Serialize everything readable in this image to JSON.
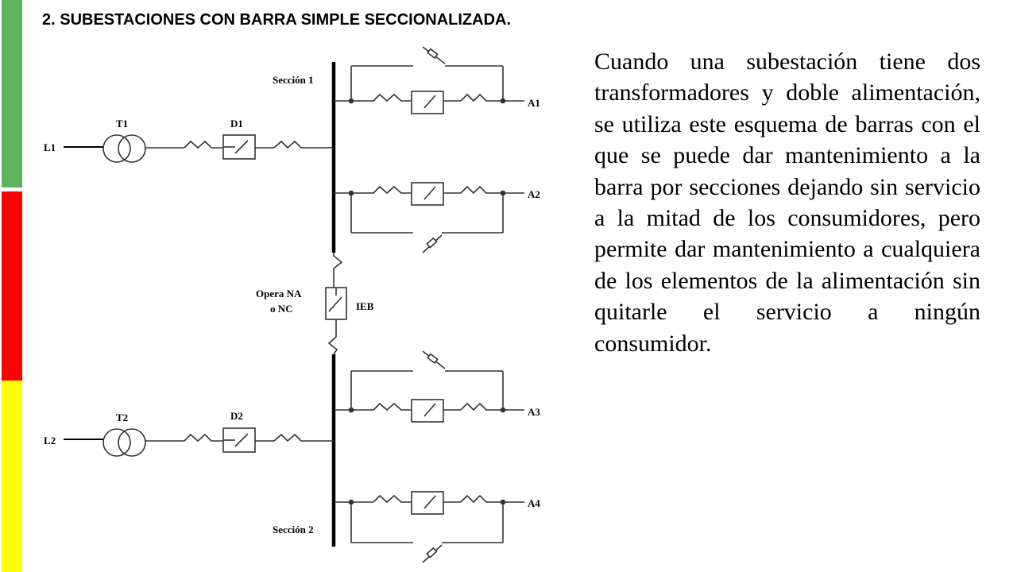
{
  "title": "2. SUBESTACIONES CON BARRA SIMPLE SECCIONALIZADA.",
  "description": "Cuando una subestación tiene dos transformadores y doble alimentación, se utiliza este esquema de barras con el que se puede dar mantenimiento a la barra por secciones dejando sin servicio a la mitad de los consumidores, pero permite dar mantenimiento a cualquiera de los elementos de la alimentación sin quitarle el servicio a ningún consumidor.",
  "diagram": {
    "section1_label": "Sección 1",
    "section2_label": "Sección 2",
    "line1_label": "L1",
    "line2_label": "L2",
    "transformer1_label": "T1",
    "transformer2_label": "T2",
    "breaker1_label": "D1",
    "breaker2_label": "D2",
    "tie_breaker_label": "IEB",
    "tie_note_line1": "Opera NA",
    "tie_note_line2": "o NC",
    "feeders": [
      "A1",
      "A2",
      "A3",
      "A4"
    ]
  },
  "colors": {
    "stripe_top": "#5db35d",
    "stripe_middle": "#ff0000",
    "stripe_bottom": "#ffff00"
  }
}
